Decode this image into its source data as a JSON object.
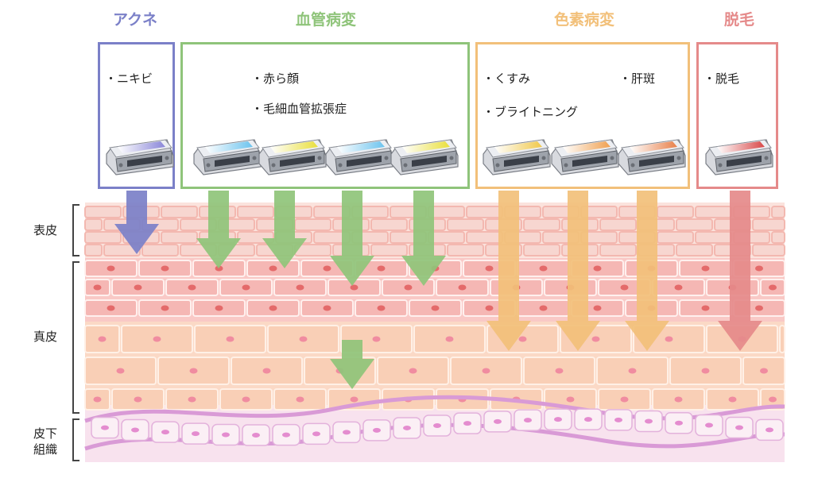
{
  "categories": {
    "acne": {
      "title": "アクネ",
      "color": "#7b80c8",
      "items": [
        "・ニキビ"
      ]
    },
    "vascular": {
      "title": "血管病変",
      "color": "#8fc47a",
      "items": [
        "・赤ら顔",
        "・毛細血管拡張症"
      ]
    },
    "pigment": {
      "title": "色素病変",
      "color": "#f2c07a",
      "items": [
        "・くすみ",
        "・ブライトニング",
        "・肝斑"
      ]
    },
    "hair": {
      "title": "脱毛",
      "color": "#e58a8a",
      "items": [
        "・脱毛"
      ]
    }
  },
  "layers": {
    "epidermis": "表皮",
    "dermis": "真皮",
    "subcutaneous_line1": "皮下",
    "subcutaneous_line2": "組織"
  },
  "filter_colors": {
    "acne": "#8a86d8",
    "vascular_1": "#6cc3ee",
    "vascular_2": "#e9df3c",
    "vascular_3": "#6cc3ee",
    "vascular_4": "#e9df3c",
    "pigment_1": "#f0c84a",
    "pigment_2": "#f0a050",
    "pigment_3": "#e8804a",
    "hair": "#d84848"
  }
}
